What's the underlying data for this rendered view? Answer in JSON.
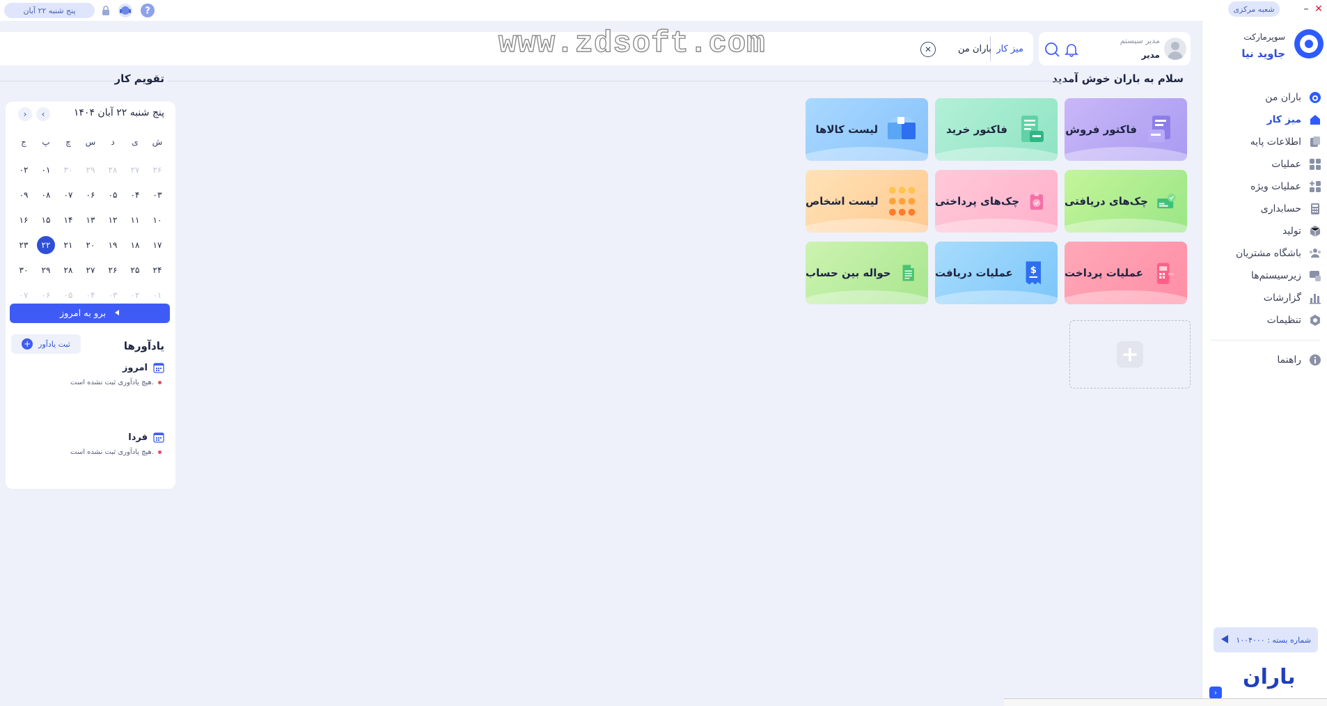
{
  "topbar": {
    "date_label": "پنج شنبه ۲۲ آبان",
    "branch_label": "شعبه مرکزی",
    "close_glyph": "✕",
    "minimize_glyph": "–"
  },
  "sidebar": {
    "store_type": "سوپرمارکت",
    "store_name": "جاوید نیا",
    "items": [
      {
        "label": "باران من",
        "icon": "baran-logo-icon"
      },
      {
        "label": "میز کار",
        "icon": "home-icon"
      },
      {
        "label": "اطلاعات پایه",
        "icon": "database-icon"
      },
      {
        "label": "عملیات",
        "icon": "grid-icon"
      },
      {
        "label": "عملیات ویژه",
        "icon": "grid-plus-icon"
      },
      {
        "label": "حسابداری",
        "icon": "calculator-icon"
      },
      {
        "label": "تولید",
        "icon": "box-icon"
      },
      {
        "label": "باشگاه مشتریان",
        "icon": "users-icon"
      },
      {
        "label": "زیرسیستم‌ها",
        "icon": "subsystem-icon"
      },
      {
        "label": "گزارشات",
        "icon": "chart-icon"
      },
      {
        "label": "تنظیمات",
        "icon": "settings-icon"
      }
    ],
    "help_label": "راهنما",
    "version_label": "شماره بسته : ۱۰۰۴۰۰۰",
    "brand_text": "باران"
  },
  "header": {
    "user_role": "مدیر سیستم",
    "user_name": "مدیر",
    "tab_active": "میز کار",
    "tab_open": "باران من",
    "watermark": "www.zdsoft.com"
  },
  "dashboard": {
    "welcome": "سلام به باران خوش آمدید",
    "tiles": [
      {
        "label": "فاکتور فروش",
        "color": "#a99bf2"
      },
      {
        "label": "فاکتور خرید",
        "color": "#8fe3c4"
      },
      {
        "label": "لیست کالاها",
        "color": "#86c2fb"
      },
      {
        "label": "چک‌های دریافتی",
        "color": "#9ae686"
      },
      {
        "label": "چک‌های پرداختی",
        "color": "#ffb0cb"
      },
      {
        "label": "لیست اشخاص",
        "color": "#ffc990"
      },
      {
        "label": "عملیات پرداخت",
        "color": "#ff8ea5"
      },
      {
        "label": "عملیات دریافت",
        "color": "#7cc6fa"
      },
      {
        "label": "حواله بین حساب",
        "color": "#a8e68f"
      }
    ]
  },
  "calendar": {
    "title": "تقویم کار",
    "header": "پنج شنبه ۲۲ آبان ۱۴۰۴",
    "weekdays": [
      "ش",
      "ی",
      "د",
      "س",
      "چ",
      "پ",
      "ج"
    ],
    "weeks": [
      [
        "۲۶",
        "۲۷",
        "۲۸",
        "۲۹",
        "۳۰",
        "۰۱",
        "۰۲"
      ],
      [
        "۰۳",
        "۰۴",
        "۰۵",
        "۰۶",
        "۰۷",
        "۰۸",
        "۰۹"
      ],
      [
        "۱۰",
        "۱۱",
        "۱۲",
        "۱۳",
        "۱۴",
        "۱۵",
        "۱۶"
      ],
      [
        "۱۷",
        "۱۸",
        "۱۹",
        "۲۰",
        "۲۱",
        "۲۲",
        "۲۳"
      ],
      [
        "۲۴",
        "۲۵",
        "۲۶",
        "۲۷",
        "۲۸",
        "۲۹",
        "۳۰"
      ],
      [
        "۰۱",
        "۰۲",
        "۰۳",
        "۰۴",
        "۰۵",
        "۰۶",
        "۰۷"
      ]
    ],
    "today_button": "برو به امروز",
    "today_value": "۲۲"
  },
  "reminders": {
    "title": "یادآورها",
    "add_label": "ثبت یادآور",
    "today_label": "امروز",
    "tomorrow_label": "فردا",
    "empty_text": "هیچ یادآوری ثبت نشده است."
  }
}
